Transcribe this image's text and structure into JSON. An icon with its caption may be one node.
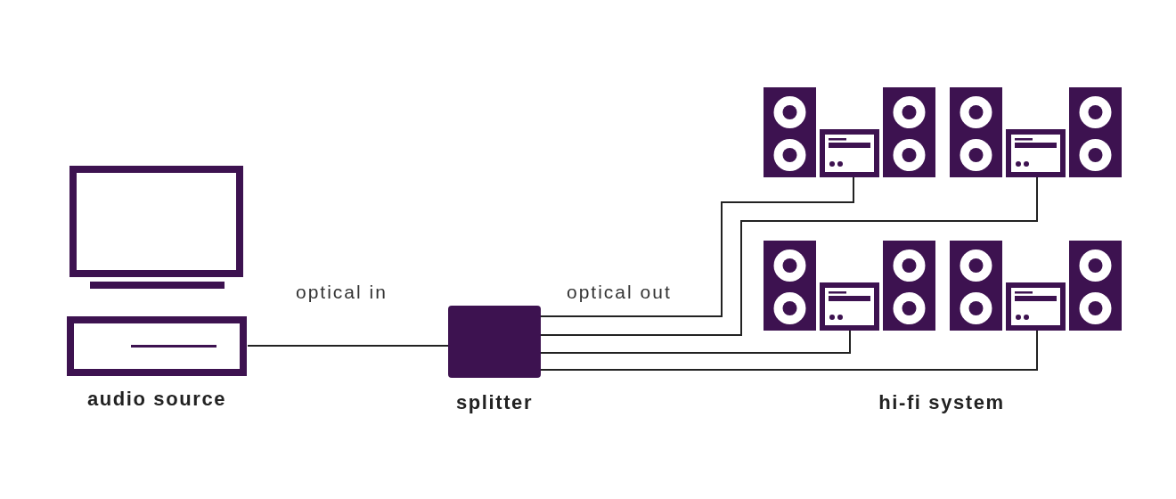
{
  "diagram": {
    "nodes": [
      {
        "text": [
          "audio source"
        ]
      },
      {
        "text": [
          "splitter"
        ]
      },
      {
        "text": [],
        "shape": "picture"
      },
      {
        "text": [],
        "shape": "picture"
      },
      {
        "text": [],
        "shape": "picture"
      },
      {
        "text": [],
        "shape": "picture"
      }
    ],
    "edges": [
      {
        "from": 0,
        "to": 1,
        "arrow": "none",
        "label": "optical in"
      },
      {
        "from": 1,
        "to": 2,
        "arrow": "none",
        "label": "optical out"
      },
      {
        "from": 1,
        "to": 3,
        "arrow": "none"
      },
      {
        "from": 1,
        "to": 4,
        "arrow": "none"
      },
      {
        "from": 1,
        "to": 5,
        "arrow": "none"
      }
    ],
    "labels": [
      "hi-fi system"
    ]
  }
}
